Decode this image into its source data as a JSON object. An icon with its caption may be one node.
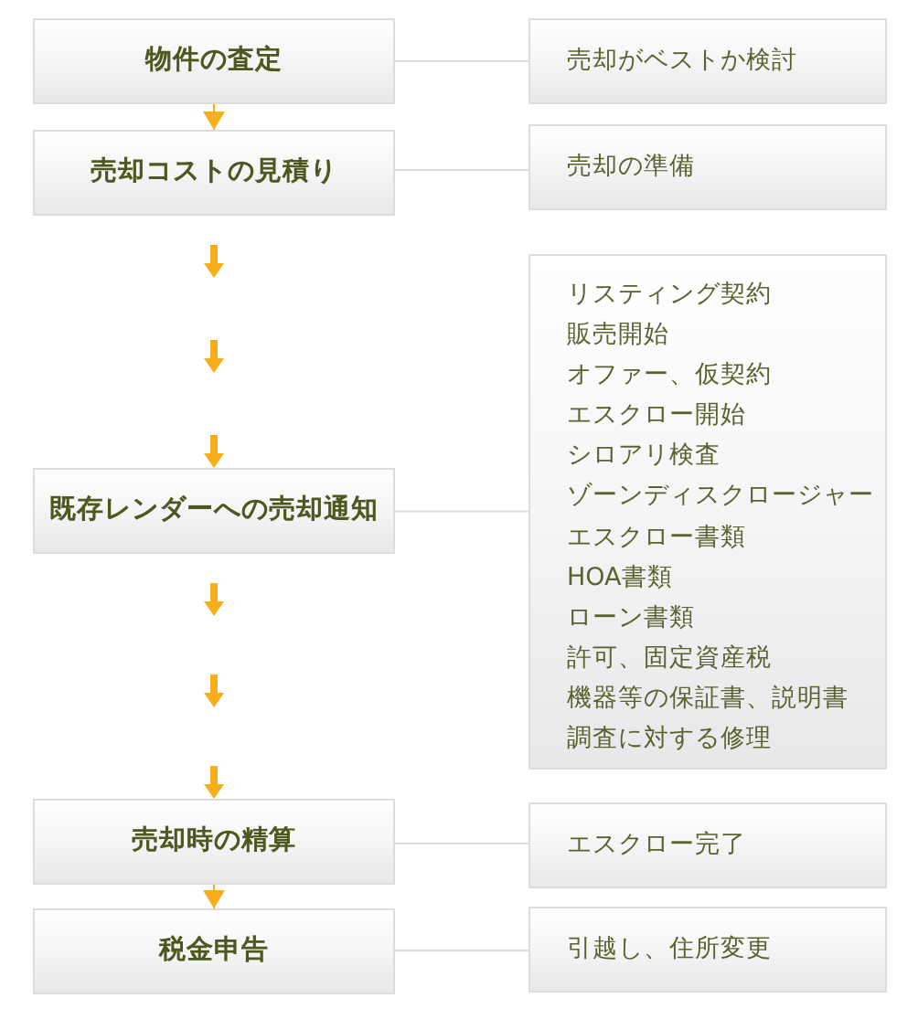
{
  "diagram": {
    "nodes": [
      {
        "text": [
          "物件の査定"
        ]
      },
      {
        "text": [
          "売却がベストか検討"
        ]
      },
      {
        "text": [
          "売却コストの見積り"
        ]
      },
      {
        "text": [
          "売却の準備"
        ]
      },
      {
        "text": [
          "既存レンダーへの売却通知"
        ]
      },
      {
        "text": [
          "リスティング契約",
          "販売開始",
          "オファー、仮契約",
          "エスクロー開始",
          "シロアリ検査",
          "ゾーンディスクロージャー",
          "エスクロー書類",
          "HOA書類",
          "ローン書類",
          "許可、固定資産税",
          "機器等の保証書、説明書",
          "調査に対する修理"
        ]
      },
      {
        "text": [
          "売却時の精算"
        ]
      },
      {
        "text": [
          "エスクロー完了"
        ]
      },
      {
        "text": [
          "税金申告"
        ]
      },
      {
        "text": [
          "引越し、住所変更"
        ]
      }
    ],
    "edges": [
      {
        "from": 0,
        "to": 2,
        "arrow": "to",
        "color": "#f7ae19"
      },
      {
        "from": 2,
        "to": 4,
        "arrow": "to",
        "style": "dashed",
        "color": "#f7ae19"
      },
      {
        "from": 4,
        "to": 6,
        "arrow": "to",
        "style": "dashed",
        "color": "#f7ae19"
      },
      {
        "from": 6,
        "to": 8,
        "arrow": "to",
        "color": "#f7ae19"
      },
      {
        "from": 0,
        "to": 1,
        "arrow": "none"
      },
      {
        "from": 2,
        "to": 3,
        "arrow": "none"
      },
      {
        "from": 4,
        "to": 5,
        "arrow": "none"
      },
      {
        "from": 6,
        "to": 7,
        "arrow": "none"
      },
      {
        "from": 8,
        "to": 9,
        "arrow": "none"
      }
    ]
  }
}
